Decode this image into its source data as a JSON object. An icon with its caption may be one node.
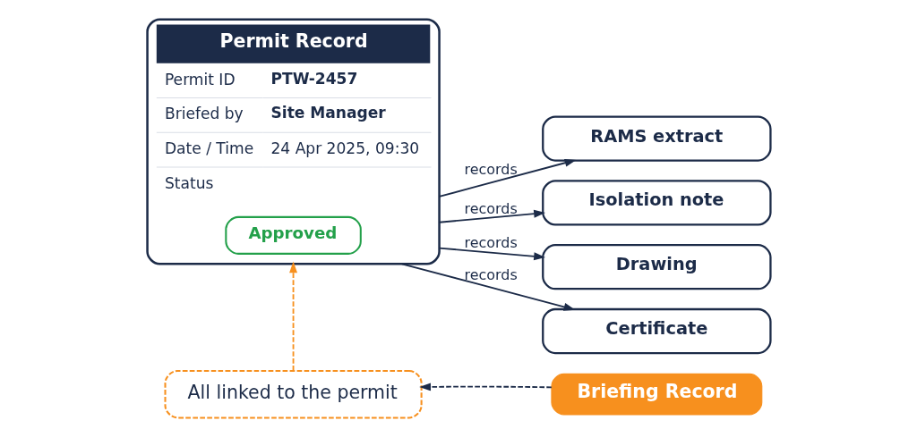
{
  "diagram": {
    "nodes": [
      {
        "text": [
          "Permit Record",
          "Permit ID",
          "PTW-2457",
          "Briefed by",
          "Site Manager",
          "Date / Time",
          "24 Apr 2025, 09:30",
          "Status"
        ]
      },
      {
        "text": [
          "Approved"
        ],
        "in": 0
      },
      {
        "text": [
          "RAMS extract"
        ]
      },
      {
        "text": [
          "Isolation note"
        ]
      },
      {
        "text": [
          "Drawing"
        ]
      },
      {
        "text": [
          "Certificate"
        ]
      },
      {
        "text": [
          "All linked to the permit"
        ]
      },
      {
        "text": [
          "Briefing Record"
        ]
      }
    ],
    "edges": [
      {
        "from": 0,
        "to": 2,
        "arrow": "to",
        "label": "records"
      },
      {
        "from": 0,
        "to": 3,
        "arrow": "to",
        "label": "records"
      },
      {
        "from": 0,
        "to": 4,
        "arrow": "to",
        "label": "records"
      },
      {
        "from": 0,
        "to": 5,
        "arrow": "to",
        "label": "records"
      },
      {
        "from": 6,
        "to": 0,
        "arrow": "to",
        "style": "dashed",
        "color": "#f7901e"
      },
      {
        "from": 7,
        "to": 6,
        "arrow": "to",
        "style": "dashed"
      }
    ]
  }
}
